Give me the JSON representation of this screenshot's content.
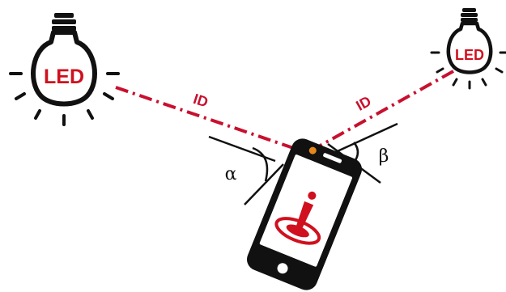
{
  "diagram": {
    "left_led": {
      "label": "LED",
      "signal_label": "ID"
    },
    "right_led": {
      "label": "LED",
      "signal_label": "ID"
    },
    "angles": {
      "left": "α",
      "right": "β"
    },
    "colors": {
      "accent": "#d0101e",
      "outline": "#111111",
      "background": "#ffffff"
    },
    "icons": [
      "led-bulb-icon",
      "smartphone-icon",
      "location-pin-icon"
    ]
  }
}
